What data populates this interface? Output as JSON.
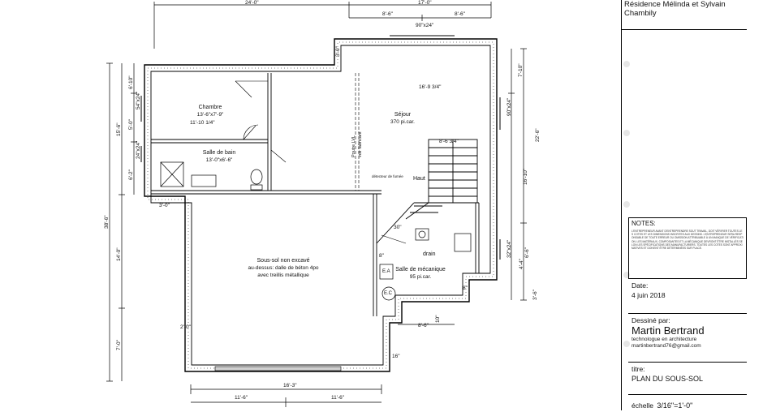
{
  "project": {
    "title": "Résidence Mélinda et Sylvain",
    "city": "Chambily"
  },
  "notes": {
    "heading": "NOTES:",
    "body": "L'ENTREPRENEUR AVANT D'ENTREPRENDRE SOUT TRAVAIL, DOIT VÉRIFIER TOUTES LES COTES ET LES DIMENSIONS INSCRITES AUX DESSINS. L'ENTREPRENEUR SERA RESPONSABLE DE TOUTE ERREUR OU OMISSION ATTRIBUABLE À UN MANQUE DE VÉRIFICATION. LES MATÉRIAUX, COMPOSANTES ET LA MÉCANIQUE DEVRONT ÊTRE INSTALLÉS SELON LES SPÉCIFICATIONS DES MANUFACTURIERS. TOUTES LES COTES SONT APPROXIMATIVES ET DOIVENT ÊTRE DÉTERMINÉES SUR PLACE."
  },
  "date": {
    "label": "Date:",
    "value": "4 juin 2018"
  },
  "drawn_by": {
    "label": "Dessiné par:",
    "name": "Martin Bertrand",
    "role": "technologue en architecture",
    "email": "martinbertrand76@gmail.com"
  },
  "sheet_title": {
    "label": "titre:",
    "value": "PLAN DU SOUS-SOL"
  },
  "scale": {
    "label": "échelle",
    "value": "3/16\"=1'-0\""
  },
  "plan": {
    "rooms": {
      "chambre_name": "Chambre",
      "chambre_dim": "13'-6\"x7'-9\"",
      "bain_name": "Salle de bain",
      "bain_dim": "13'-0\"x6'-6\"",
      "sejour_name": "Séjour",
      "sejour_area": "370 pi.car.",
      "unexcavated_l1": "Sous-sol non excavé",
      "unexcavated_l2": "au-dessus: dalle de béton 4po",
      "unexcavated_l3": "avec treillis métallique",
      "meca_name": "Salle de mécanique",
      "meca_area": "95 pi.car."
    },
    "labels": {
      "haut": "Haut",
      "drain": "drain",
      "ea": "E.A",
      "ec": "E.C",
      "beam_l1": "Poutre LVL",
      "beam_l2": "voir fabricant",
      "detector": "détecteur de fumée"
    },
    "dims": {
      "top_left": "24'-0\"",
      "top_right": "17'-0\"",
      "top_sub_1": "8'-6\"",
      "top_sub_2": "8'-6\"",
      "window_top": "90\"x24\"",
      "sejour_width": "16'-9 3/4\"",
      "chambre_width": "11'-10 1/4\"",
      "stair_width": "8'-6 3/4\"",
      "bottom_total": "16'-3\"",
      "bottom_left": "11'-6\"",
      "bottom_right": "11'-6\"",
      "meca_bottom": "8'-6\"",
      "left_total": "38'-6\"",
      "left_upper": "15'-6\"",
      "left_lower": "14'-0\"",
      "left_bottom": "7'-0\"",
      "left_a": "6'-10\"",
      "left_b": "5'-0\"",
      "left_c": "6'-2\"",
      "right_total": "22'-6\"",
      "right_a": "7'-10\"",
      "right_b": "16'-10\"",
      "right_c": "6'-6\"",
      "right_d": "4'-4\"",
      "right_e": "3'-6\"",
      "window_left_1": "54\"x24\"",
      "window_left_2": "24\"x24\"",
      "window_right_1": "90\"x24\"",
      "window_right_2": "32\"x24\"",
      "small_2_0": "2'-0\"",
      "small_3_0": "3'-0\"",
      "small_3_0b": "3'-0\"",
      "small_8a": "8\"",
      "small_8b": "8\"",
      "small_10": "10\"",
      "small_16": "16\"",
      "small_30": "30\""
    }
  }
}
